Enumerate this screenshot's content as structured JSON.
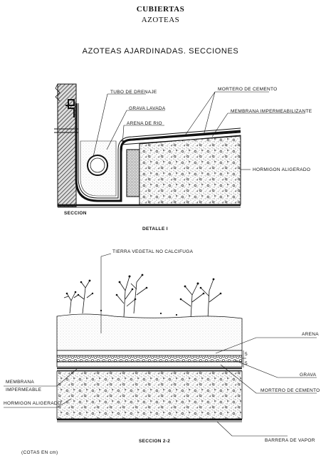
{
  "header": {
    "title": "CUBIERTAS",
    "subtitle": "AZOTEAS",
    "section_title": "AZOTEAS AJARDINADAS. SECCIONES"
  },
  "detail1": {
    "labels": {
      "tubo": "TUBO DE DRENAJE",
      "grava": "GRAVA LAVADA",
      "arena": "ARENA DE RIO",
      "mortero": "MORTERO DE CEMENTO",
      "membrana": "MEMBRANA IMPERMEABILIZANTE",
      "hormigon": "HORMIGON ALIGERADO",
      "seccion": "SECCION"
    },
    "caption": "DETALLE I"
  },
  "section2": {
    "labels": {
      "tierra": "TIERRA VEGETAL NO CALCIFUGA",
      "arena": "ARENA",
      "grava": "GRAVA",
      "mortero": "MORTERO DE CEMENTO",
      "membrana_1": "MEMBRANA",
      "membrana_2": "IMPERMEABLE",
      "hormigon": "HORMIGON ALIGERADO",
      "barrera": "BARRERA DE VAPOR",
      "dim_top": "5",
      "dim_bottom": "5"
    },
    "caption": "SECCION 2-2",
    "note": "(COTAS EN cm)"
  }
}
